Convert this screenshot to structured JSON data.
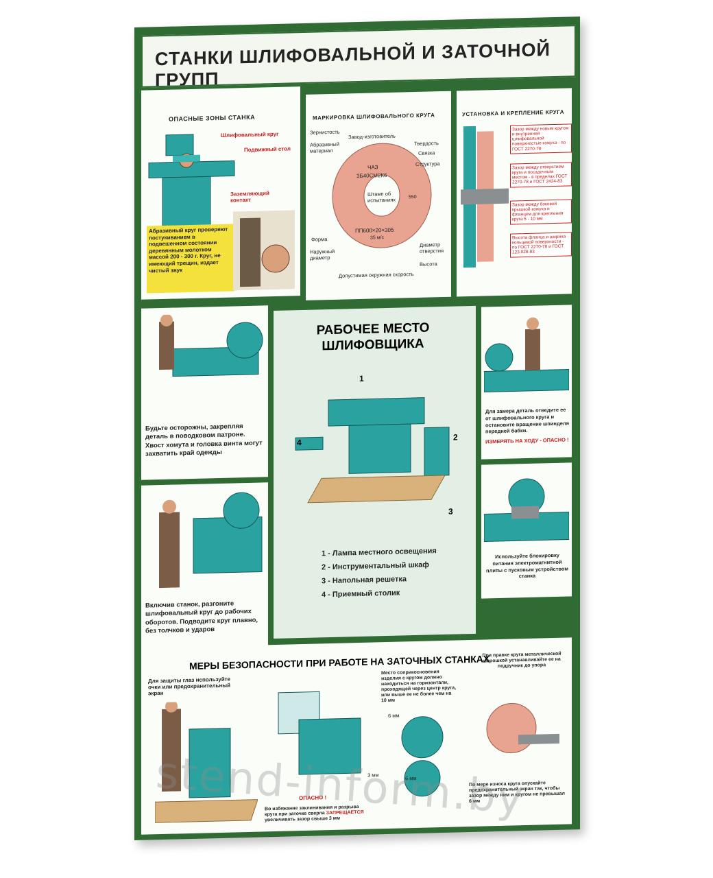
{
  "header": {
    "title": "СТАНКИ ШЛИФОВАЛЬНОЙ И ЗАТОЧНОЙ ГРУПП"
  },
  "danger_zones": {
    "title": "ОПАСНЫЕ ЗОНЫ СТАНКА",
    "labels": [
      "Шлифовальный круг",
      "Подвижный стол",
      "Заземляющий контакт"
    ],
    "note": "Абразивный круг проверяют постукиванием в подвешенном состоянии деревянным молотком массой 200 - 300 г. Круг, не имеющий трещин, издает чистый звук"
  },
  "marking": {
    "title": "МАРКИРОВКА ШЛИФОВАЛЬНОГО КРУГА",
    "labels": [
      "Зернистость",
      "Завод-изготовитель",
      "Твердость",
      "Абразивный материал",
      "Связка",
      "Структура",
      "Штамп об испытаниях",
      "Форма",
      "Наружный диаметр",
      "Диаметр отверстия",
      "Высота",
      "Допустимая окружная скорость"
    ],
    "wheel_text": [
      "ЧАЗ",
      "3Б40СМ2К6",
      "ПП600×20×305",
      "35 м/с",
      "550"
    ]
  },
  "mounting": {
    "title": "УСТАНОВКА И КРЕПЛЕНИЕ КРУГА",
    "notes": [
      "Зазор между новым кругом и внутренней шлифовальной поверхностью кожуха - по ГОСТ 2270-78",
      "Зазор между отверстием круга и посадочным местом - в пределах ГОСТ 2270-78 и ГОСТ 2424-83",
      "Зазор между боковой крышкой кожуха и фланцем для крепления круга 5 - 10 мм",
      "Высота фланца и ширина кольцевой поверхности - по ГОСТ 2270-78 и ГОСТ 123.028-83"
    ]
  },
  "workplace": {
    "title": "РАБОЧЕЕ МЕСТО ШЛИФОВЩИКА",
    "numbers": [
      "1",
      "2",
      "3",
      "4"
    ],
    "legend": [
      "1 - Лампа местного освещения",
      "2 - Инструментальный шкаф",
      "3 - Напольная решетка",
      "4 - Приемный столик"
    ]
  },
  "side_captions": {
    "left_top": "Будьте осторожны, закрепляя деталь в поводковом патроне. Хвост хомута и головка винта могут захватить край одежды",
    "left_bottom": "Включив станок, разгоните шлифовальный круг до рабочих оборотов. Подводите круг плавно, без толчков и ударов",
    "right_top": "Для замера деталь отведите ее от шлифовального круга и остановите вращение шпинделя передней бабки.",
    "right_top_warning": "ИЗМЕРЯТЬ НА ХОДУ - ОПАСНО !",
    "right_bottom": "Используйте блокировку питания электромагнитной плиты с пусковым устройством станка"
  },
  "safety": {
    "title": "МЕРЫ БЕЗОПАСНОСТИ ПРИ РАБОТЕ НА ЗАТОЧНЫХ СТАНКАХ",
    "eye_protection": "Для защиты глаз используйте очки или предохранительный экран",
    "danger": "ОПАСНО !",
    "contact_place": "Место соприкосновения изделия с кругом должно находиться на горизонтали, проходящей через центр круга, или выше ее не более чем на 10 мм",
    "jam": "Во избежание заклинивания и разрыва круга при заточке сверла",
    "forbidden": "ЗАПРЕЩАЕТСЯ",
    "jam_end": "увеличивать зазор свыше 3 мм",
    "dressing": "При правке круга металлической шарошкой устанавливайте ее на подручник до упора",
    "wear": "По мере износа круга опускайте предохранительный экран так, чтобы зазор между ним и кругом не превышал 6 мм",
    "dims": [
      "6 мм",
      "3 мм",
      "6 мм"
    ]
  },
  "watermark": "stend-inform.by",
  "colors": {
    "frame": "#2f6b33",
    "machine": "#2aa3a0",
    "warning": "#c41c1c",
    "highlight": "#f5e13c"
  }
}
